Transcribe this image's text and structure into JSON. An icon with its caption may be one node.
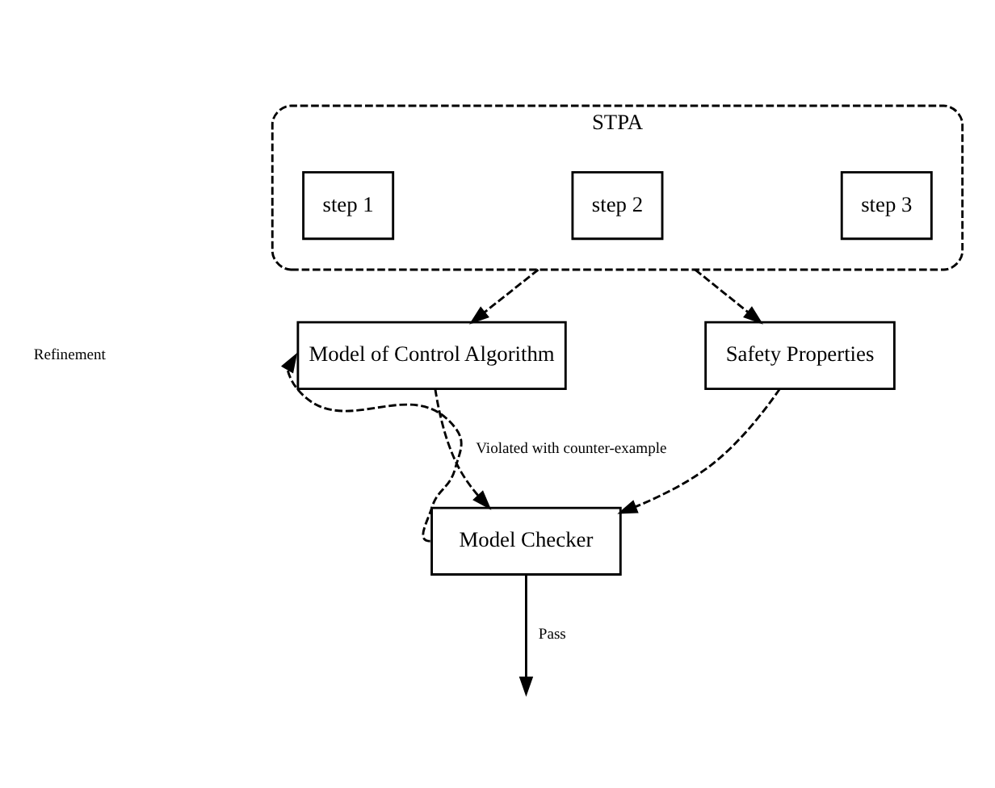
{
  "diagram": {
    "nodes": [
      {
        "text": [
          "STPA"
        ]
      },
      {
        "text": [
          "step 1"
        ],
        "in": 0
      },
      {
        "text": [
          "step 2"
        ],
        "in": 0
      },
      {
        "text": [
          "step 3"
        ],
        "in": 0
      },
      {
        "text": [
          "Model of Control Algorithm"
        ]
      },
      {
        "text": [
          "Safety Properties"
        ]
      },
      {
        "text": [
          "Model Checker"
        ]
      }
    ],
    "edges": [
      {
        "from": 0,
        "to": 4,
        "arrow": "to",
        "style": "dashed"
      },
      {
        "from": 0,
        "to": 5,
        "arrow": "to",
        "style": "dashed"
      },
      {
        "from": 4,
        "to": 6,
        "arrow": "to",
        "style": "dashed"
      },
      {
        "from": 5,
        "to": 6,
        "arrow": "to",
        "style": "dashed"
      },
      {
        "from": 6,
        "to": 4,
        "arrow": "to",
        "style": "dashed",
        "label": "Violated with counter-example"
      },
      {
        "from": 6,
        "to": null,
        "arrow": "to",
        "label": "Pass"
      }
    ],
    "labels": [
      "Refinement"
    ]
  }
}
